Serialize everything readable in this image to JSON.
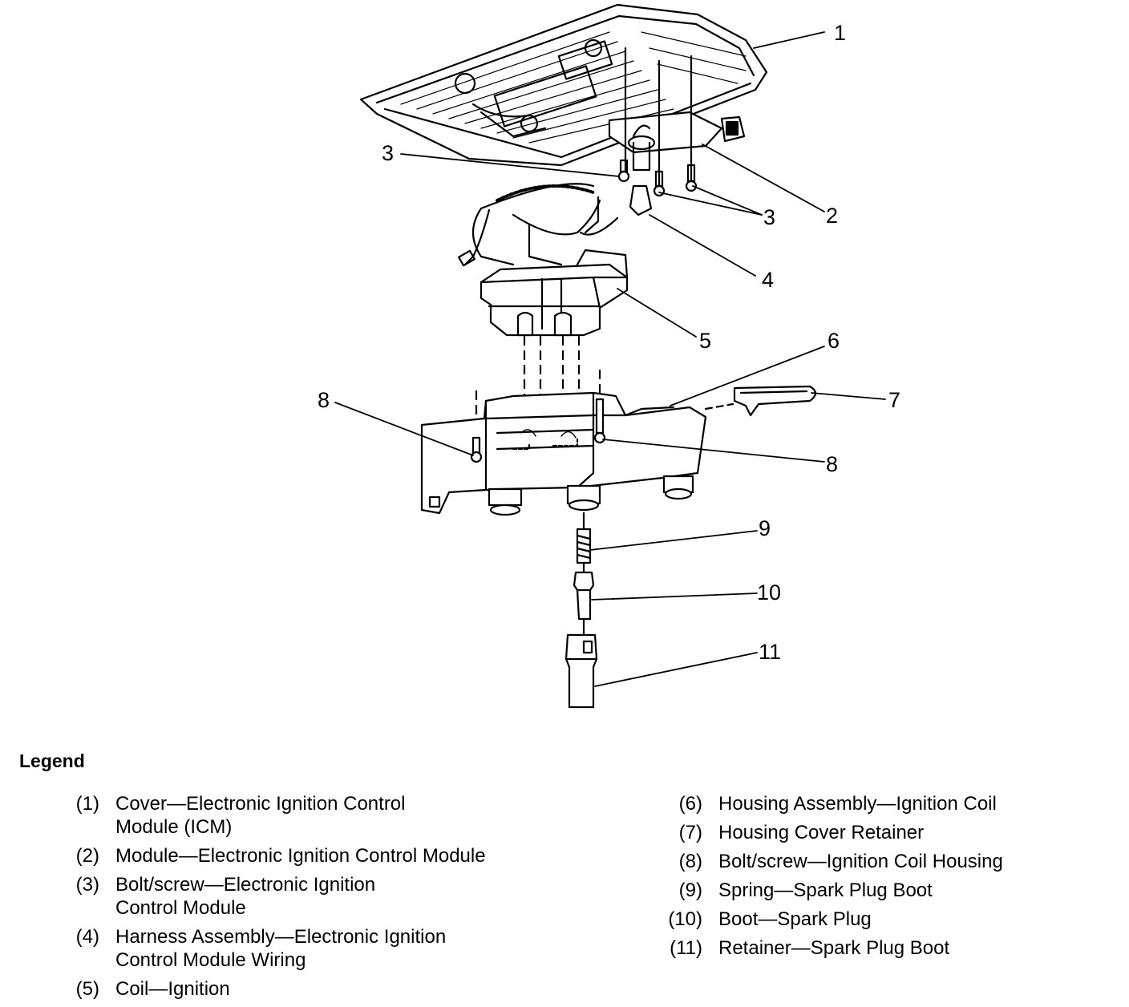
{
  "legend": {
    "title": "Legend",
    "left_items": [
      {
        "num": "(1)",
        "text": "Cover—Electronic Ignition Control\nModule (ICM)"
      },
      {
        "num": "(2)",
        "text": "Module—Electronic Ignition Control Module"
      },
      {
        "num": "(3)",
        "text": "Bolt/screw—Electronic Ignition\nControl Module"
      },
      {
        "num": "(4)",
        "text": "Harness Assembly—Electronic Ignition\nControl Module Wiring"
      },
      {
        "num": "(5)",
        "text": "Coil—Ignition"
      }
    ],
    "right_items": [
      {
        "num": "(6)",
        "text": "Housing Assembly—Ignition Coil"
      },
      {
        "num": "(7)",
        "text": "Housing Cover Retainer"
      },
      {
        "num": "(8)",
        "text": "Bolt/screw—Ignition Coil Housing"
      },
      {
        "num": "(9)",
        "text": "Spring—Spark Plug Boot"
      },
      {
        "num": "(10)",
        "text": "Boot—Spark Plug"
      },
      {
        "num": "(11)",
        "text": "Retainer—Spark Plug Boot"
      }
    ]
  },
  "callouts": {
    "c1": "1",
    "c2": "2",
    "c3a": "3",
    "c3b": "3",
    "c4": "4",
    "c5": "5",
    "c6": "6",
    "c7": "7",
    "c8a": "8",
    "c8b": "8",
    "c9": "9",
    "c10": "10",
    "c11": "11"
  }
}
